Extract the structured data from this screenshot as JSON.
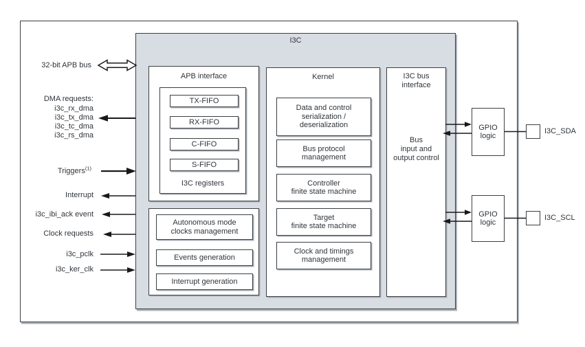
{
  "colors": {
    "block_fill": "#d8dde3",
    "line": "#3a3e42",
    "text": "#2f343a",
    "shadow": "#aaafb5"
  },
  "diagram": {
    "block_title": "I3C",
    "left_signals": {
      "apb_bus": "32-bit APB bus",
      "dma_header": "DMA requests:",
      "dma_items": [
        "i3c_rx_dma",
        "i3c_tx_dma",
        "i3c_tc_dma",
        "i3c_rs_dma"
      ],
      "triggers": "Triggers",
      "triggers_sup": "(1)",
      "interrupt": "Interrupt",
      "ibi_ack": "i3c_ibi_ack event",
      "clock_requests": "Clock requests",
      "pclk": "i3c_pclk",
      "ker_clk": "i3c_ker_clk"
    },
    "apb_interface": {
      "title": "APB interface",
      "fifos": [
        "TX-FIFO",
        "RX-FIFO",
        "C-FIFO",
        "S-FIFO"
      ],
      "registers_label": "I3C registers"
    },
    "clocks_events": {
      "blocks": [
        "Autonomous mode\nclocks management",
        "Events generation",
        "Interrupt generation"
      ]
    },
    "kernel": {
      "title": "Kernel",
      "blocks": [
        "Data and control\nserialization /\ndeserialization",
        "Bus protocol\nmanagement",
        "Controller\nfinite state machine",
        "Target\nfinite state machine",
        "Clock and timings\nmanagement"
      ]
    },
    "bus_interface": {
      "title": "I3C bus\ninterface",
      "body": "Bus\ninput and\noutput control"
    },
    "gpio": {
      "label": "GPIO\nlogic"
    },
    "pads": {
      "sda": "I3C_SDA",
      "scl": "I3C_SCL"
    }
  }
}
